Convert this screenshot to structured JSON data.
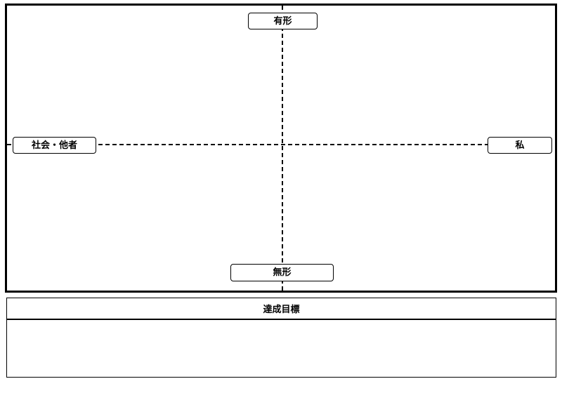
{
  "matrix": {
    "top_label": "有形",
    "bottom_label": "無形",
    "left_label": "社会・他者",
    "right_label": "私",
    "axis_color": "#000000"
  },
  "goal": {
    "title": "達成目標",
    "content": ""
  }
}
